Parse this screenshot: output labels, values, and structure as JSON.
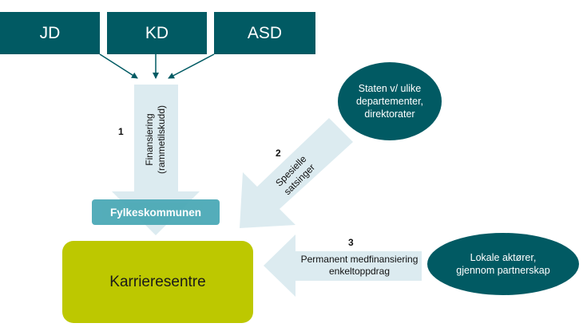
{
  "top_boxes": [
    {
      "label": "JD"
    },
    {
      "label": "KD"
    },
    {
      "label": "ASD"
    }
  ],
  "flows": [
    {
      "number": "1",
      "label_line1": "Finansiering",
      "label_line2": "(rammetilskudd)"
    },
    {
      "number": "2",
      "label_line1": "Spesielle",
      "label_line2": "satsinger"
    },
    {
      "number": "3",
      "label_line1": "Permanent medfinansiering",
      "label_line2": "enkeltoppdrag"
    }
  ],
  "nodes": {
    "fylkeskommunen": "Fylkeskommunen",
    "karrieresentre": "Karrieresentre",
    "staten": {
      "line1": "Staten v/ ulike",
      "line2": "departementer,",
      "line3": "direktorater"
    },
    "lokale": {
      "line1": "Lokale aktører,",
      "line2": "gjennom partnerskap"
    }
  },
  "colors": {
    "dark_teal": "#015a63",
    "light_arrow": "#dcebf0",
    "fylke": "#4ba9b6",
    "karrieresentre": "#bdc800"
  }
}
